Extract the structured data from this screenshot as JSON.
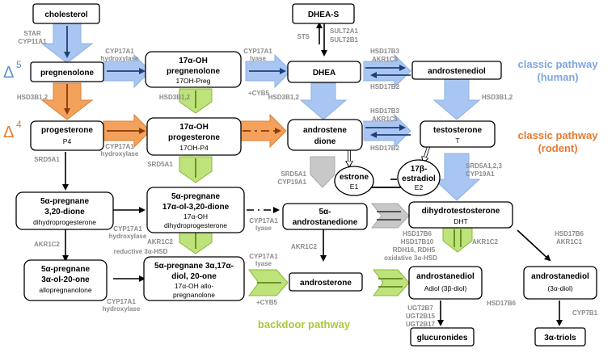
{
  "nodes": {
    "cholesterol": {
      "title": "cholesterol"
    },
    "pregnenolone": {
      "title": "pregnenolone"
    },
    "oh_preg": {
      "title": "17α-OH",
      "line2": "pregnenolone",
      "sub": "17OH-Preg"
    },
    "dheas": {
      "title": "DHEA-S"
    },
    "dhea": {
      "title": "DHEA"
    },
    "androstenediol": {
      "title": "androstenediol"
    },
    "progesterone": {
      "title": "progesterone",
      "sub": "P4"
    },
    "oh_prog": {
      "title": "17α-OH",
      "line2": "progesterone",
      "sub": "17OH-P4"
    },
    "androstenedione": {
      "title": "androstene",
      "line2": "dione"
    },
    "testosterone": {
      "title": "testosterone",
      "sub": "T"
    },
    "estrone": {
      "title": "estrone",
      "sub": "E1"
    },
    "estradiol": {
      "title": "17β-",
      "line2": "estradiol",
      "sub": "E2"
    },
    "dhp": {
      "title": "5α-pregnane",
      "line2": "3,20-dione",
      "sub": "dihydroprogesterone"
    },
    "dh17ohp": {
      "title": "5α-pregnane",
      "line2": "17α-ol-3,20-dione",
      "sub": "17α-OH",
      "sub2": "dihydroprogesterone"
    },
    "androstanedione": {
      "title": "5α-",
      "line2": "androstanedione"
    },
    "dht": {
      "title": "dihydrotestosterone",
      "sub": "DHT"
    },
    "allopreg": {
      "title": "5α-pregnane",
      "line2": "3α-ol-20-one",
      "sub": "allopregnanolone"
    },
    "pdiol": {
      "title": "5α-pregnane 3α,17α-",
      "line2": "diol, 20-one",
      "sub": "17α-OH allo-",
      "sub2": "pregnanolone"
    },
    "androsterone": {
      "title": "androsterone"
    },
    "adiol_b": {
      "title": "androstanediol",
      "sub": "Adiol (3β-diol)"
    },
    "adiol_a": {
      "title": "androstanediol",
      "sub": "(3α-diol)"
    },
    "glucuronides": {
      "title": "glucuronides"
    },
    "triols": {
      "title": "3α-triols"
    }
  },
  "enzymes": {
    "star": "STAR",
    "cyp11a1": "CYP11A1",
    "cyp17a1_a": "CYP17A1",
    "hydroxylase_a": "hydroxylase",
    "cyp17a1_b": "CYP17A1",
    "lyase_b": "lyase",
    "cyb5_b": "+CYB5",
    "sts": "STS",
    "sult2a1": "SULT2A1",
    "sult2b1": "SULT2B1",
    "hsd17b3_a": "HSD17B3",
    "akr1c3_a": "AKR1C3",
    "hsd17b2_a": "HSD17B2",
    "hsd3b_a": "HSD3B1,2",
    "hsd3b_b": "HSD3B1,2",
    "hsd3b_c": "HSD3B1,2",
    "hsd3b_d": "HSD3B1,2",
    "cyp17a1_c": "CYP17A1",
    "hydroxylase_c": "hydroxylase",
    "hsd17b3_b": "HSD17B3",
    "akr1c3_b": "AKR1C3",
    "hsd17b2_b": "HSD17B2",
    "srd5a1_a": "SRD5A1",
    "srd5a1_b": "SRD5A1",
    "srd5a1_c": "SRD5A1",
    "cyp19a1_a": "CYP19A1",
    "srd5a123": "SRD5A1,2,3",
    "cyp19a1_b": "CYP19A1",
    "cyp17a1_d": "CYP17A1",
    "hydroxylase_d": "hydroxylase",
    "cyp17a1_e": "CYP17A1",
    "lyase_e": "lyase",
    "akr1c2_a": "AKR1C2",
    "akr1c2_b": "AKR1C2",
    "reductive": "reductive 3α-HSD",
    "akr1c2_c": "AKR1C2",
    "hsd17b6_a": "HSD17B6",
    "hsd17b10": "HSD17B10",
    "rdh16": "RDH16, RDH5",
    "oxidative": "oxidative 3α-HSD",
    "akr1c2_d": "AKR1C2",
    "hsd17b6_b": "HSD17B6",
    "akr1c1": "AKR1C1",
    "cyp17a1_f": "CYP17A1",
    "hydroxylase_f": "hydroxylase",
    "cyp17a1_g": "CYP17A1",
    "lyase_g": "lyase",
    "cyb5_g": "+CYB5",
    "hsd17b6_c": "HSD17B6",
    "ugt2b7": "UGT2B7",
    "ugt2b15": "UGT2B15",
    "ugt2b17": "UGT2B17",
    "cyp7b1": "CYP7B1"
  },
  "labels": {
    "delta5": "Δ",
    "delta5_sup": "5",
    "delta4": "Δ",
    "delta4_sup": "4",
    "classic_human_1": "classic pathway",
    "classic_human_2": "(human)",
    "classic_rodent_1": "classic pathway",
    "classic_rodent_2": "(rodent)",
    "backdoor": "backdoor pathway"
  },
  "colors": {
    "blue": "#a9c6f2",
    "blue_dark": "#5b8fd6",
    "orange": "#f4a15c",
    "orange_dark": "#c8581c",
    "green": "#bde37a",
    "green_dark": "#8ab43a",
    "gray": "#c8c8c8"
  }
}
